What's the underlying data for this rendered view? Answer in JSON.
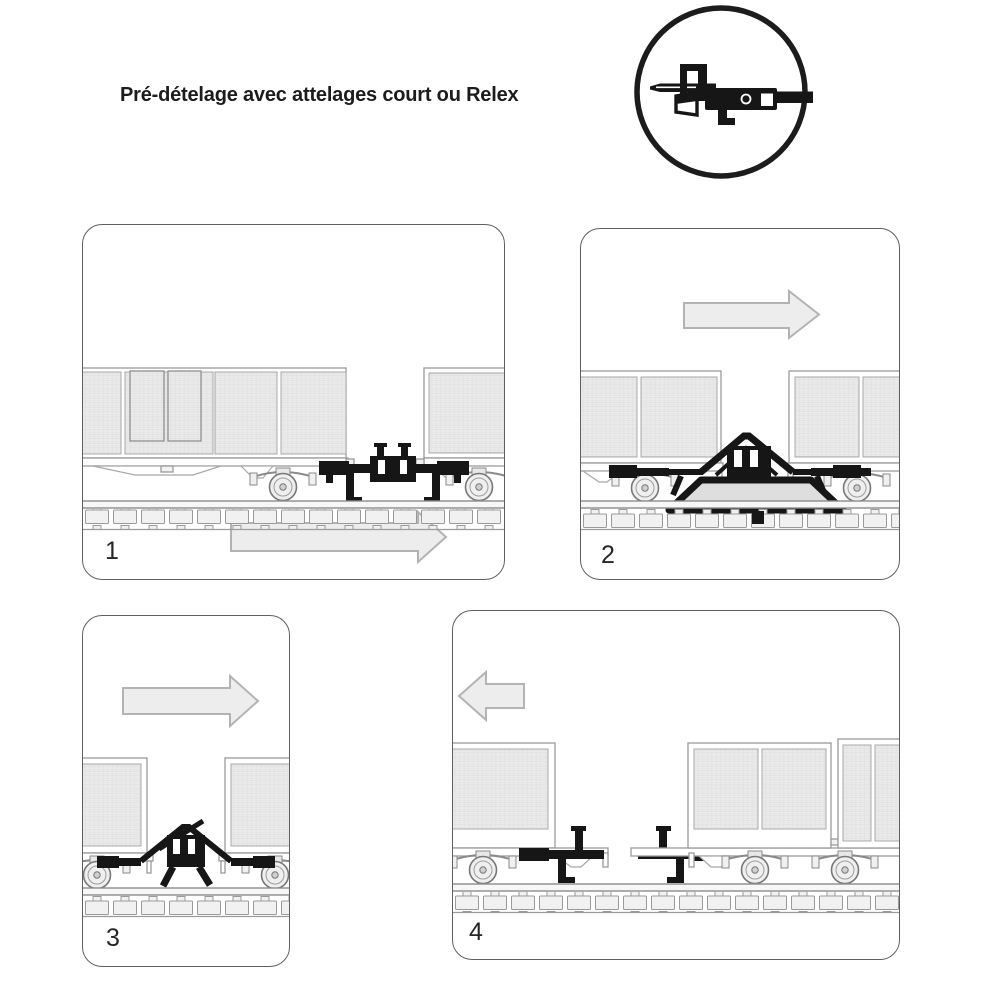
{
  "page": {
    "title": "Pré-dételage avec attelages court ou Relex",
    "background": "#ffffff"
  },
  "inset": {
    "icon": "relex-coupler-icon"
  },
  "panels": [
    {
      "number": "1",
      "arrow_direction": "right"
    },
    {
      "number": "2",
      "arrow_direction": "right"
    },
    {
      "number": "3",
      "arrow_direction": "right"
    },
    {
      "number": "4",
      "arrow_direction": "left"
    }
  ],
  "colors": {
    "ink": "#1a1a1a",
    "drawing_line": "#9a9a9a",
    "panel_border": "#606060",
    "arrow_fill": "#ededed",
    "arrow_stroke": "#b3b3b3",
    "coupler_black": "#161616",
    "mesh_fill": "#ebebeb",
    "ramp_fill": "#dedede"
  }
}
